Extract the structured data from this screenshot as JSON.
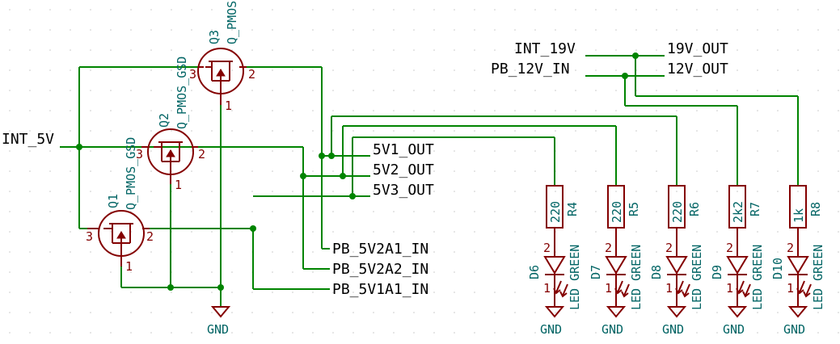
{
  "net_labels": {
    "int_5v": "INT_5V",
    "int_19v": "INT_19V",
    "pb_12v_in": "PB_12V_IN",
    "out_19v": "19V_OUT",
    "out_12v": "12V_OUT",
    "out_5v1": "5V1_OUT",
    "out_5v2": "5V2_OUT",
    "out_5v3": "5V3_OUT",
    "pb_5v2a1": "PB_5V2A1_IN",
    "pb_5v2a2": "PB_5V2A2_IN",
    "pb_5v1a1": "PB_5V1A1_IN"
  },
  "transistors": [
    {
      "ref": "Q1",
      "value": "Q_PMOS_GSD",
      "pin_g": "3",
      "pin_d": "2",
      "pin_s": "1"
    },
    {
      "ref": "Q2",
      "value": "Q_PMOS_GSD",
      "pin_g": "3",
      "pin_d": "2",
      "pin_s": "1"
    },
    {
      "ref": "Q3",
      "value": "Q_PMOS",
      "pin_g": "3",
      "pin_d": "2",
      "pin_s": "1"
    }
  ],
  "resistors": [
    {
      "ref": "R4",
      "value": "220"
    },
    {
      "ref": "R5",
      "value": "220"
    },
    {
      "ref": "R6",
      "value": "220"
    },
    {
      "ref": "R7",
      "value": "2k2"
    },
    {
      "ref": "R8",
      "value": "1k"
    }
  ],
  "leds": [
    {
      "ref": "D6",
      "value": "LED GREEN",
      "pin_a": "2",
      "pin_k": "1"
    },
    {
      "ref": "D7",
      "value": "LED GREEN",
      "pin_a": "2",
      "pin_k": "1"
    },
    {
      "ref": "D8",
      "value": "LED GREEN",
      "pin_a": "2",
      "pin_k": "1"
    },
    {
      "ref": "D9",
      "value": "LED GREEN",
      "pin_a": "2",
      "pin_k": "1"
    },
    {
      "ref": "D10",
      "value": "LED GREEN",
      "pin_a": "2",
      "pin_k": "1"
    }
  ],
  "power": {
    "gnd": "GND"
  },
  "colors": {
    "wire": "#008400",
    "component": "#840000",
    "ref_text": "#006464",
    "grid_dot": "#c0c0c0"
  }
}
